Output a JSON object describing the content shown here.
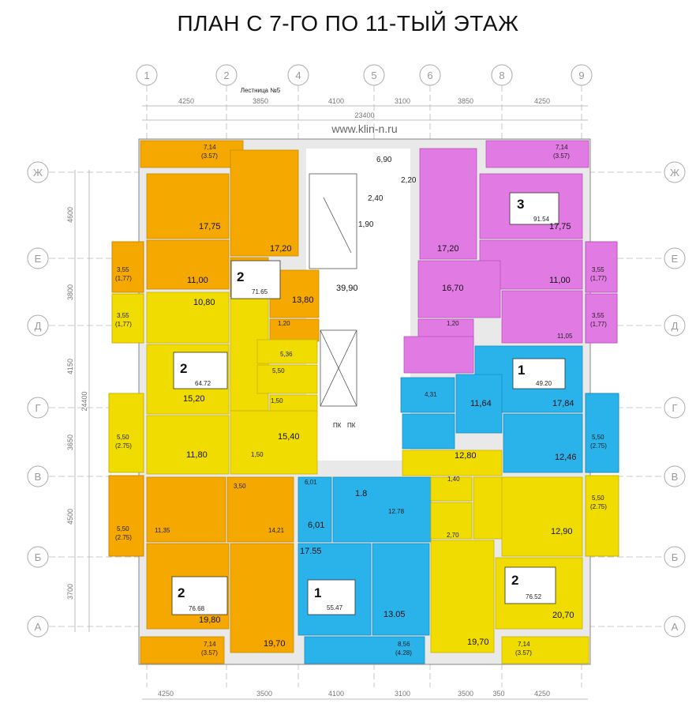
{
  "title": "ПЛАН С 7-ГО ПО 11-ТЫЙ ЭТАЖ",
  "website": "www.klin-n.ru",
  "staircase": "Лестница №5",
  "columns": [
    "1",
    "2",
    "4",
    "5",
    "6",
    "8",
    "9"
  ],
  "rows": [
    "Ж",
    "Е",
    "Д",
    "Г",
    "В",
    "Б",
    "А"
  ],
  "dims_top": [
    "4250",
    "3850",
    "4100",
    "3100",
    "3850",
    "4250"
  ],
  "dims_total": "23400",
  "dims_bottom": [
    "4250",
    "3500",
    "4100",
    "3100",
    "3500",
    "350",
    "4250"
  ],
  "dims_side": [
    "4600",
    "3800",
    "4150",
    "3650",
    "4500",
    "3700"
  ],
  "dims_side_total": "24400",
  "colors": {
    "orange": "#f5a800",
    "yellow": "#f0dc00",
    "blue": "#2ab3ea",
    "violet": "#e27ae4"
  },
  "apartments": [
    {
      "rooms": "2",
      "area": "71.65"
    },
    {
      "rooms": "3",
      "area": "91.54"
    },
    {
      "rooms": "2",
      "area": "64.72"
    },
    {
      "rooms": "1",
      "area": "49.20"
    },
    {
      "rooms": "2",
      "area": "76.68"
    },
    {
      "rooms": "1",
      "area": "55.47"
    },
    {
      "rooms": "2",
      "area": "76.52"
    }
  ],
  "rooms": {
    "bal_tl": "7,14",
    "bal_tl2": "(3.57)",
    "bal_tr": "7,14",
    "bal_tr2": "(3.57)",
    "r6_90": "6,90",
    "r2_20": "2,20",
    "r2_40": "2,40",
    "r1_90": "1,90",
    "a_17_75": "17,75",
    "a_17_20": "17,20",
    "a_11_00": "11,00",
    "a_13_80": "13,80",
    "a_1_20": "1,20",
    "a_5_36": "5,36",
    "a_5_50": "5,50",
    "a_1_50": "1,50",
    "a_10_80": "10,80",
    "a_15_20": "15,20",
    "a_15_40": "15,40",
    "a_11_80": "11,80",
    "a_1_50b": "1,50",
    "hall": "39,90",
    "v_17_75": "17,75",
    "v_17_20": "17,20",
    "v_16_70": "16,70",
    "v_11_00": "11,00",
    "v_1_20": "1,20",
    "v_11_05": "11,05",
    "bal_e_l": "3,55",
    "bal_e_l2": "(1,77)",
    "bal_d_l": "3,55",
    "bal_d_l2": "(1,77)",
    "bal_e_r": "3,55",
    "bal_e_r2": "(1,77)",
    "bal_d_r": "3,55",
    "bal_d_r2": "(1,77)",
    "b_11_64": "11,64",
    "b_17_84": "17,84",
    "b_12_46": "12,46",
    "b_4_31": "4,31",
    "bal_g_l": "5,50",
    "bal_g_l2": "(2.75)",
    "bal_b_l": "5,50",
    "bal_b_l2": "(2.75)",
    "bal_g_r": "5,50",
    "bal_g_r2": "(2.75)",
    "bal_v_r": "5,50",
    "bal_v_r2": "(2.75)",
    "y_12_80": "12,80",
    "y_1_40": "1,40",
    "y_12_90": "12,90",
    "y_2_70": "2,70",
    "y_20_70": "20,70",
    "y_19_70r": "19,70",
    "o_11_35": "11,35",
    "o_14_21": "14,21",
    "o_19_80": "19,80",
    "o_19_70": "19,70",
    "o_3_50": "3,50",
    "c_6_01": "6,01",
    "c_1_8": "1.8",
    "c_12_78": "12.78",
    "c_17_55": "17.55",
    "c_13_05": "13.05",
    "c_6_01s": "6,01",
    "bal_bl": "7,14",
    "bal_bl2": "(3.57)",
    "bal_bc": "8,56",
    "bal_bc2": "(4.28)",
    "bal_br": "7,14",
    "bal_br2": "(3.57)",
    "pk1": "ПК",
    "pk2": "ПК"
  }
}
